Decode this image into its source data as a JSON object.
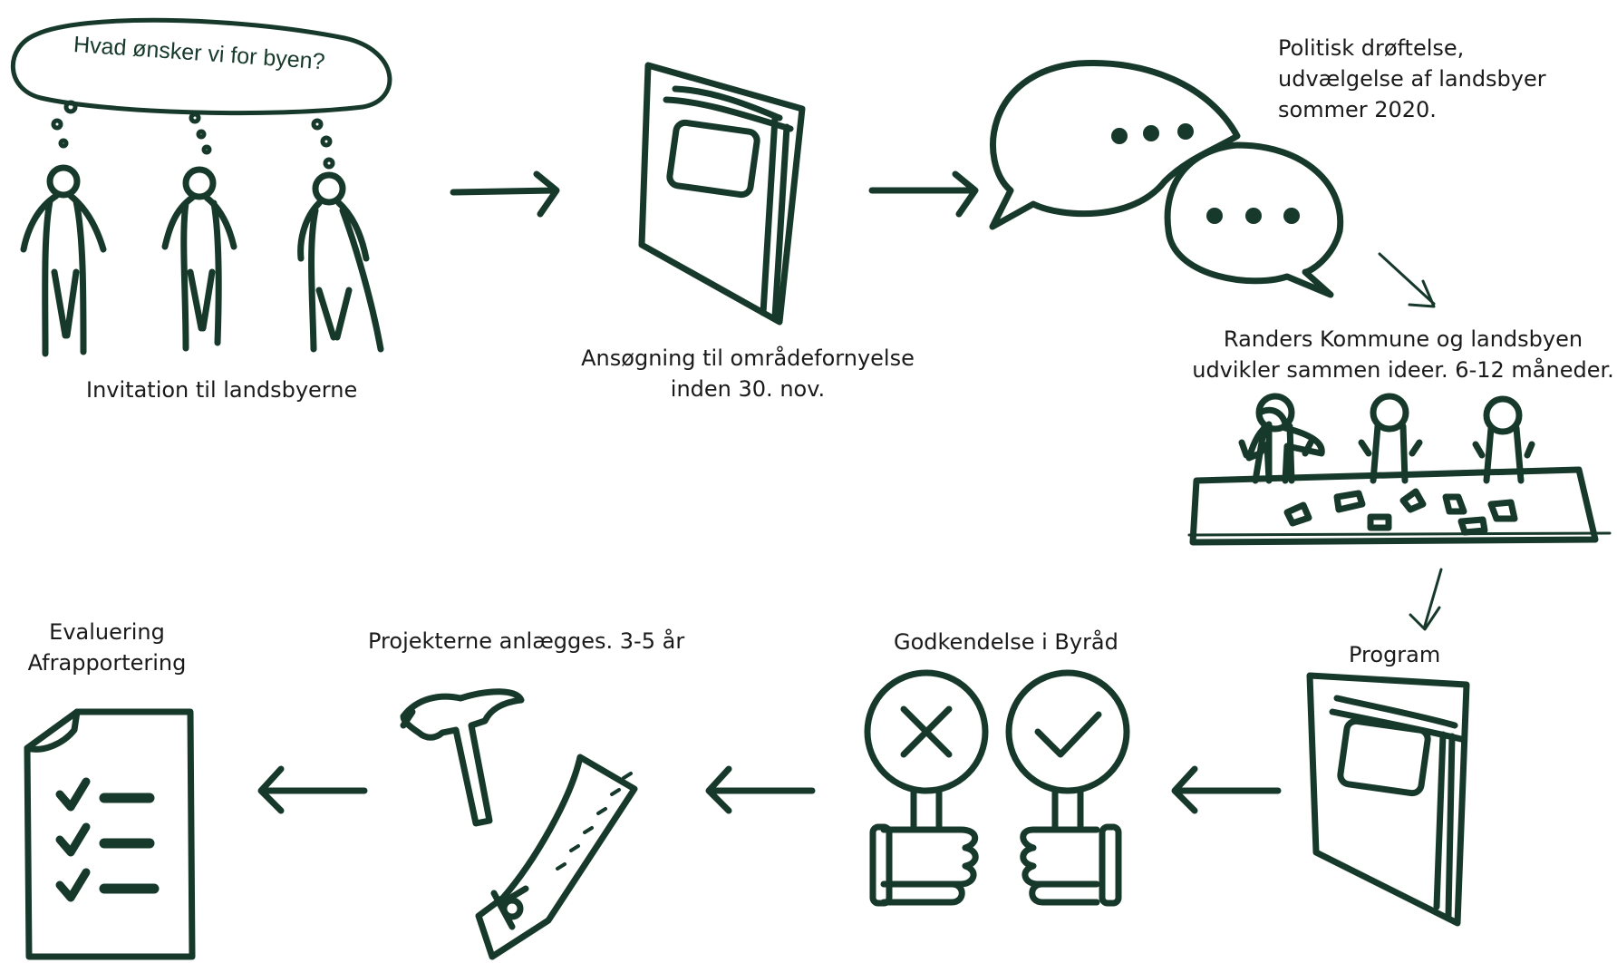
{
  "colors": {
    "ink": "#17392b",
    "text": "#1a1a1a",
    "background": "#ffffff"
  },
  "steps": {
    "invitation": {
      "thought_bubble": "Hvad ønsker vi for byen?",
      "label": "Invitation til landsbyerne",
      "icon": "three-people-thinking-icon"
    },
    "application": {
      "label_lines": [
        "Ansøgning til områdefornyelse",
        "inden 30. nov."
      ],
      "icon": "booklet-icon"
    },
    "political": {
      "label_lines": [
        "Politisk drøftelse,",
        "udvælgelse af landsbyer",
        "sommer 2020."
      ],
      "icon": "speech-bubbles-icon"
    },
    "collaboration": {
      "label_lines": [
        "Randers Kommune og landsbyen",
        "udvikler sammen ideer.  6-12 måneder."
      ],
      "icon": "people-at-table-icon"
    },
    "program": {
      "label": "Program",
      "icon": "booklet-icon"
    },
    "approval": {
      "label": "Godkendelse i Byråd",
      "icon": "approve-reject-signs-icon"
    },
    "construction": {
      "label": "Projekterne anlægges. 3-5 år",
      "icon": "hammer-and-saw-icon"
    },
    "evaluation": {
      "label_lines": [
        "Evaluering",
        "Afrapportering"
      ],
      "icon": "checklist-document-icon"
    }
  }
}
